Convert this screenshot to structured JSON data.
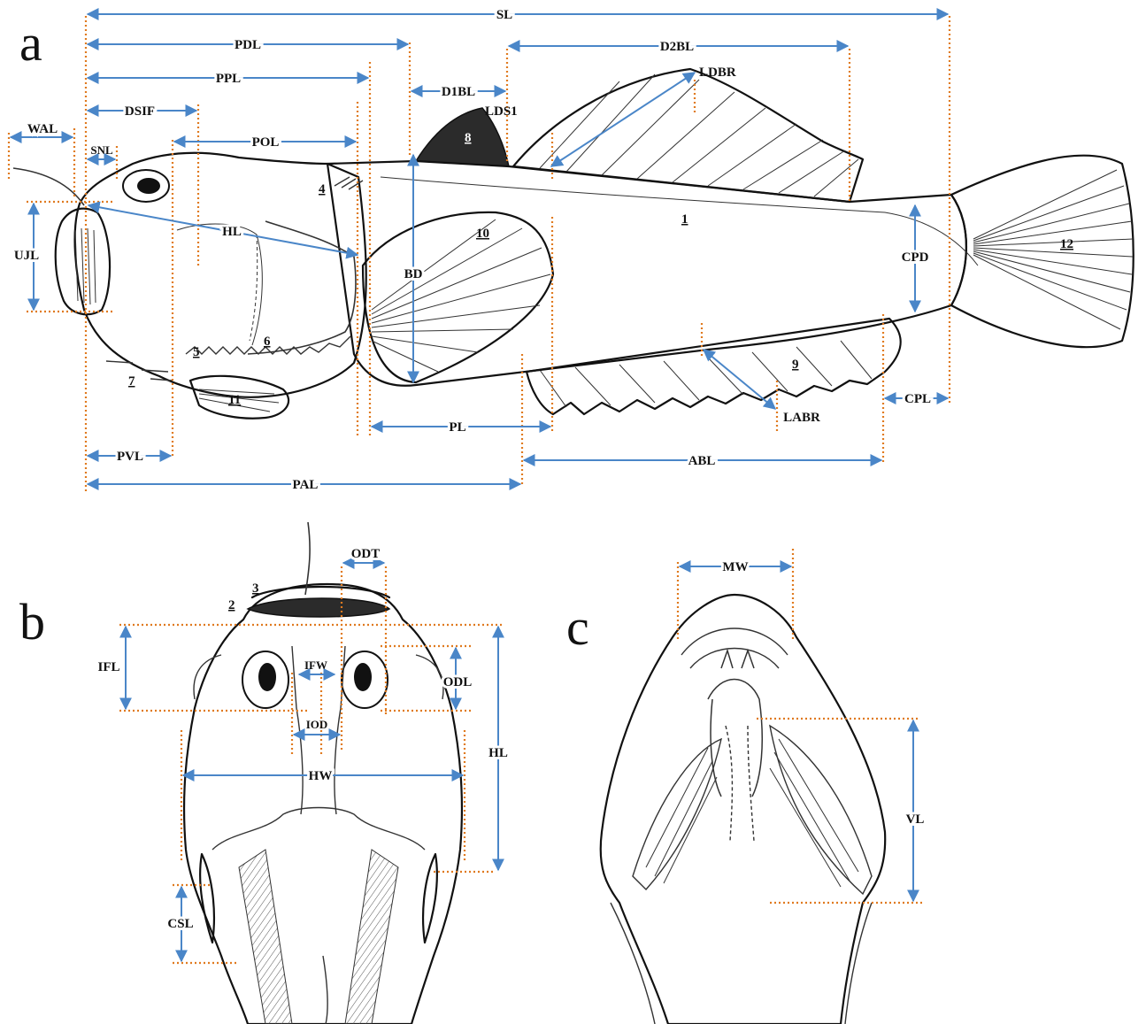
{
  "panels": {
    "a": "a",
    "b": "b",
    "c": "c"
  },
  "colors": {
    "guide_line": "#e07a1f",
    "measure_arrow": "#4a86c8",
    "outline": "#111111"
  },
  "labels_a": {
    "SL": "SL",
    "PDL": "PDL",
    "D2BL": "D2BL",
    "LDBR": "LDBR",
    "PPL": "PPL",
    "D1BL": "D1BL",
    "LDS1": "LDS1",
    "DSIF": "DSIF",
    "WAL": "WAL",
    "SNL": "SNL",
    "POL": "POL",
    "HL": "HL",
    "UJL": "UJL",
    "BD": "BD",
    "CPD": "CPD",
    "LABR": "LABR",
    "CPL": "CPL",
    "PL": "PL",
    "PVL": "PVL",
    "ABL": "ABL",
    "PAL": "PAL"
  },
  "numbers_a": {
    "n1": "1",
    "n4": "4",
    "n5": "5",
    "n6": "6",
    "n7": "7",
    "n8": "8",
    "n9": "9",
    "n10": "10",
    "n11": "11",
    "n12": "12"
  },
  "labels_b": {
    "ODT": "ODT",
    "IFL": "IFL",
    "IFW": "IFW",
    "ODL": "ODL",
    "IOD": "IOD",
    "HL": "HL",
    "HW": "HW",
    "CSL": "CSL"
  },
  "numbers_b": {
    "n2": "2",
    "n3": "3"
  },
  "labels_c": {
    "MW": "MW",
    "VL": "VL"
  }
}
